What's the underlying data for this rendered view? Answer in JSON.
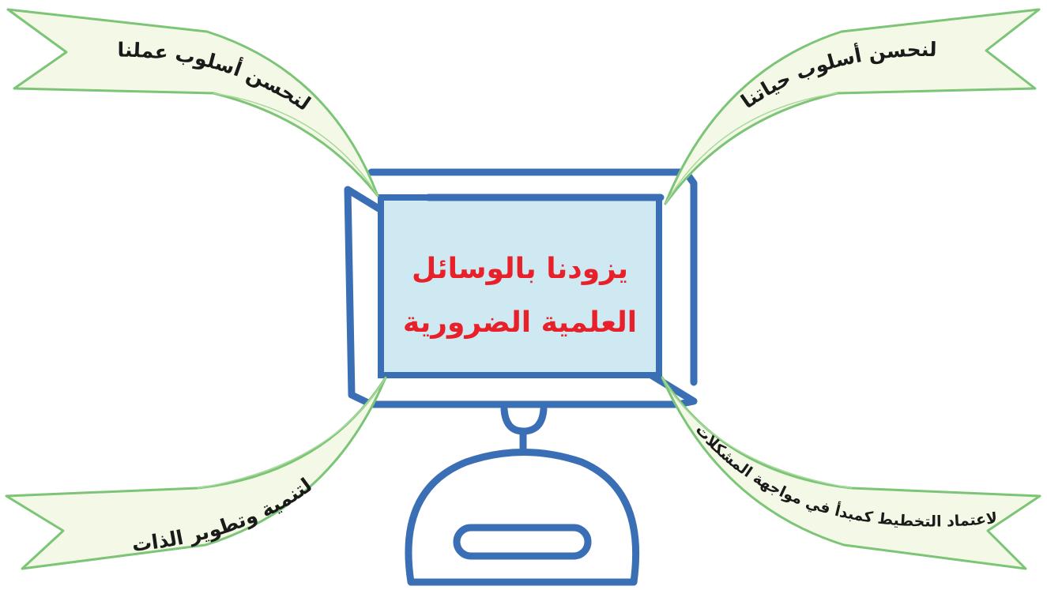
{
  "center": {
    "line1": "يزودنا بالوسائل",
    "line2": "العلمية الضرورية"
  },
  "ribbons": {
    "top_left": "لنحسن أسلوب عملنا",
    "top_right": "لنحسن أسلوب حياتنا",
    "bottom_left": "لتنمية وتطوير الذات",
    "bottom_right": "لاعتماد التخطيط كمبدأ في مواجهة المشكلات"
  },
  "colors": {
    "monitor": "#3a6fb5",
    "screen": "#cfe9f2",
    "center_text": "#e8202a",
    "ribbon_border": "#7cc576",
    "ribbon_fill": "#f4f8e6"
  }
}
